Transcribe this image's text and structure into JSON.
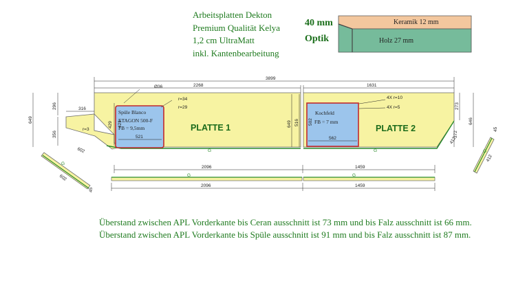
{
  "header": {
    "line1": "Arbeitsplatten Dekton",
    "line2": "Premium Qualität Kelya",
    "line3": "1,2 cm UltraMatt",
    "line4": "inkl. Kantenbearbeitung"
  },
  "optik": {
    "thickness": "40 mm",
    "word": "Optik",
    "top_layer": "Keramik 12 mm",
    "bottom_layer": "Holz 27 mm",
    "colors": {
      "ceramic": "#f3c79e",
      "wood": "#76bb9b"
    }
  },
  "plates": {
    "plate1": "PLATTE 1",
    "plate2": "PLATTE 2",
    "fill_color": "#f7f3a2"
  },
  "cutouts": {
    "sink": {
      "l1": "Spüle Blanco",
      "l2": "ETAGON 500-F",
      "l3": "FB = 9,5mm",
      "width": "521"
    },
    "cooktop": {
      "l1": "Kochfeld",
      "l2": "FB = 7 mm",
      "width": "562",
      "depth": "502"
    },
    "fill_color": "#9cc5ec",
    "frame_color": "#c0282d"
  },
  "dimensions": {
    "total": "3899",
    "p1_top": "2268",
    "p2_top": "1631",
    "hole": "Ø36",
    "r34": "r=34",
    "r29": "r=29",
    "r10": "4X r=10",
    "r5": "4X r=5",
    "r3": "r=3",
    "d296": "296",
    "d649_left": "649",
    "d356": "356",
    "d316": "316",
    "d602": "602",
    "d602b": "602",
    "d429": "429",
    "d421": "421",
    "d649_mid": "649",
    "d516": "516",
    "d273": "273",
    "d646": "646",
    "d372": "372",
    "d412": "412",
    "d412b": "412",
    "d45": "45",
    "bottom_p1": "2096",
    "bottom_p2": "1459",
    "strip_p1": "2096",
    "strip_p2": "1459",
    "g": "G"
  },
  "notes": {
    "line1": "Überstand zwischen APL Vorderkante bis Ceran ausschnitt ist 73 mm und bis Falz ausschnitt ist 66 mm.",
    "line2": "Überstand zwischen APL Vorderkante bis Spüle ausschnitt ist 91 mm und bis Falz ausschnitt ist 87 mm."
  }
}
